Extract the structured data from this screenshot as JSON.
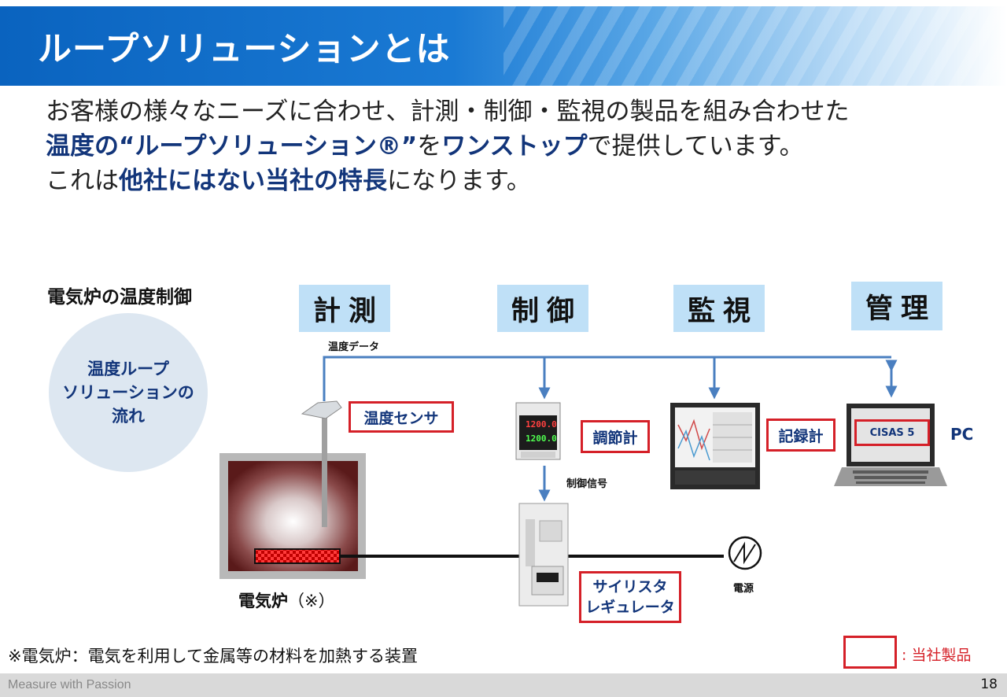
{
  "header": {
    "title": "ループソリューションとは"
  },
  "intro": {
    "line1": "お客様の様々なニーズに合わせ、計測・制御・監視の製品を組み合わせた",
    "line2_hl1": "温度の“ループソリューション®”",
    "line2_text1": "を",
    "line2_hl2": "ワンストップ",
    "line2_text2": "で提供しています。",
    "line3_text1": "これは",
    "line3_hl": "他社にはない当社の特長",
    "line3_text2": "になります。"
  },
  "case_title": "電気炉の温度制御",
  "circle": {
    "line1": "温度ループ",
    "line2": "ソリューションの",
    "line3": "流れ"
  },
  "stages": {
    "measure": "計測",
    "control": "制御",
    "monitor": "監視",
    "manage": "管理"
  },
  "diagram": {
    "temp_data": "温度データ",
    "sensor": "温度センサ",
    "controller": "調節計",
    "controller_display_top": "1200.0",
    "controller_display_bottom": "1200.0",
    "control_signal": "制御信号",
    "recorder": "記録計",
    "software": "CISAS 5",
    "pc": "PC",
    "thyristor_line1": "サイリスタ",
    "thyristor_line2": "レギュレータ",
    "power": "電源",
    "furnace": "電気炉",
    "furnace_note": "（※）"
  },
  "footnote": "※電気炉：電気を利用して金属等の材料を加熱する装置",
  "legend": {
    "text": ": 当社製品"
  },
  "footer": {
    "tagline": "Measure with Passion",
    "page": "18"
  },
  "colors": {
    "accent": "#12357a",
    "red": "#d52028",
    "stage_bg": "#bfe0f7",
    "line": "#4a7fc0"
  }
}
